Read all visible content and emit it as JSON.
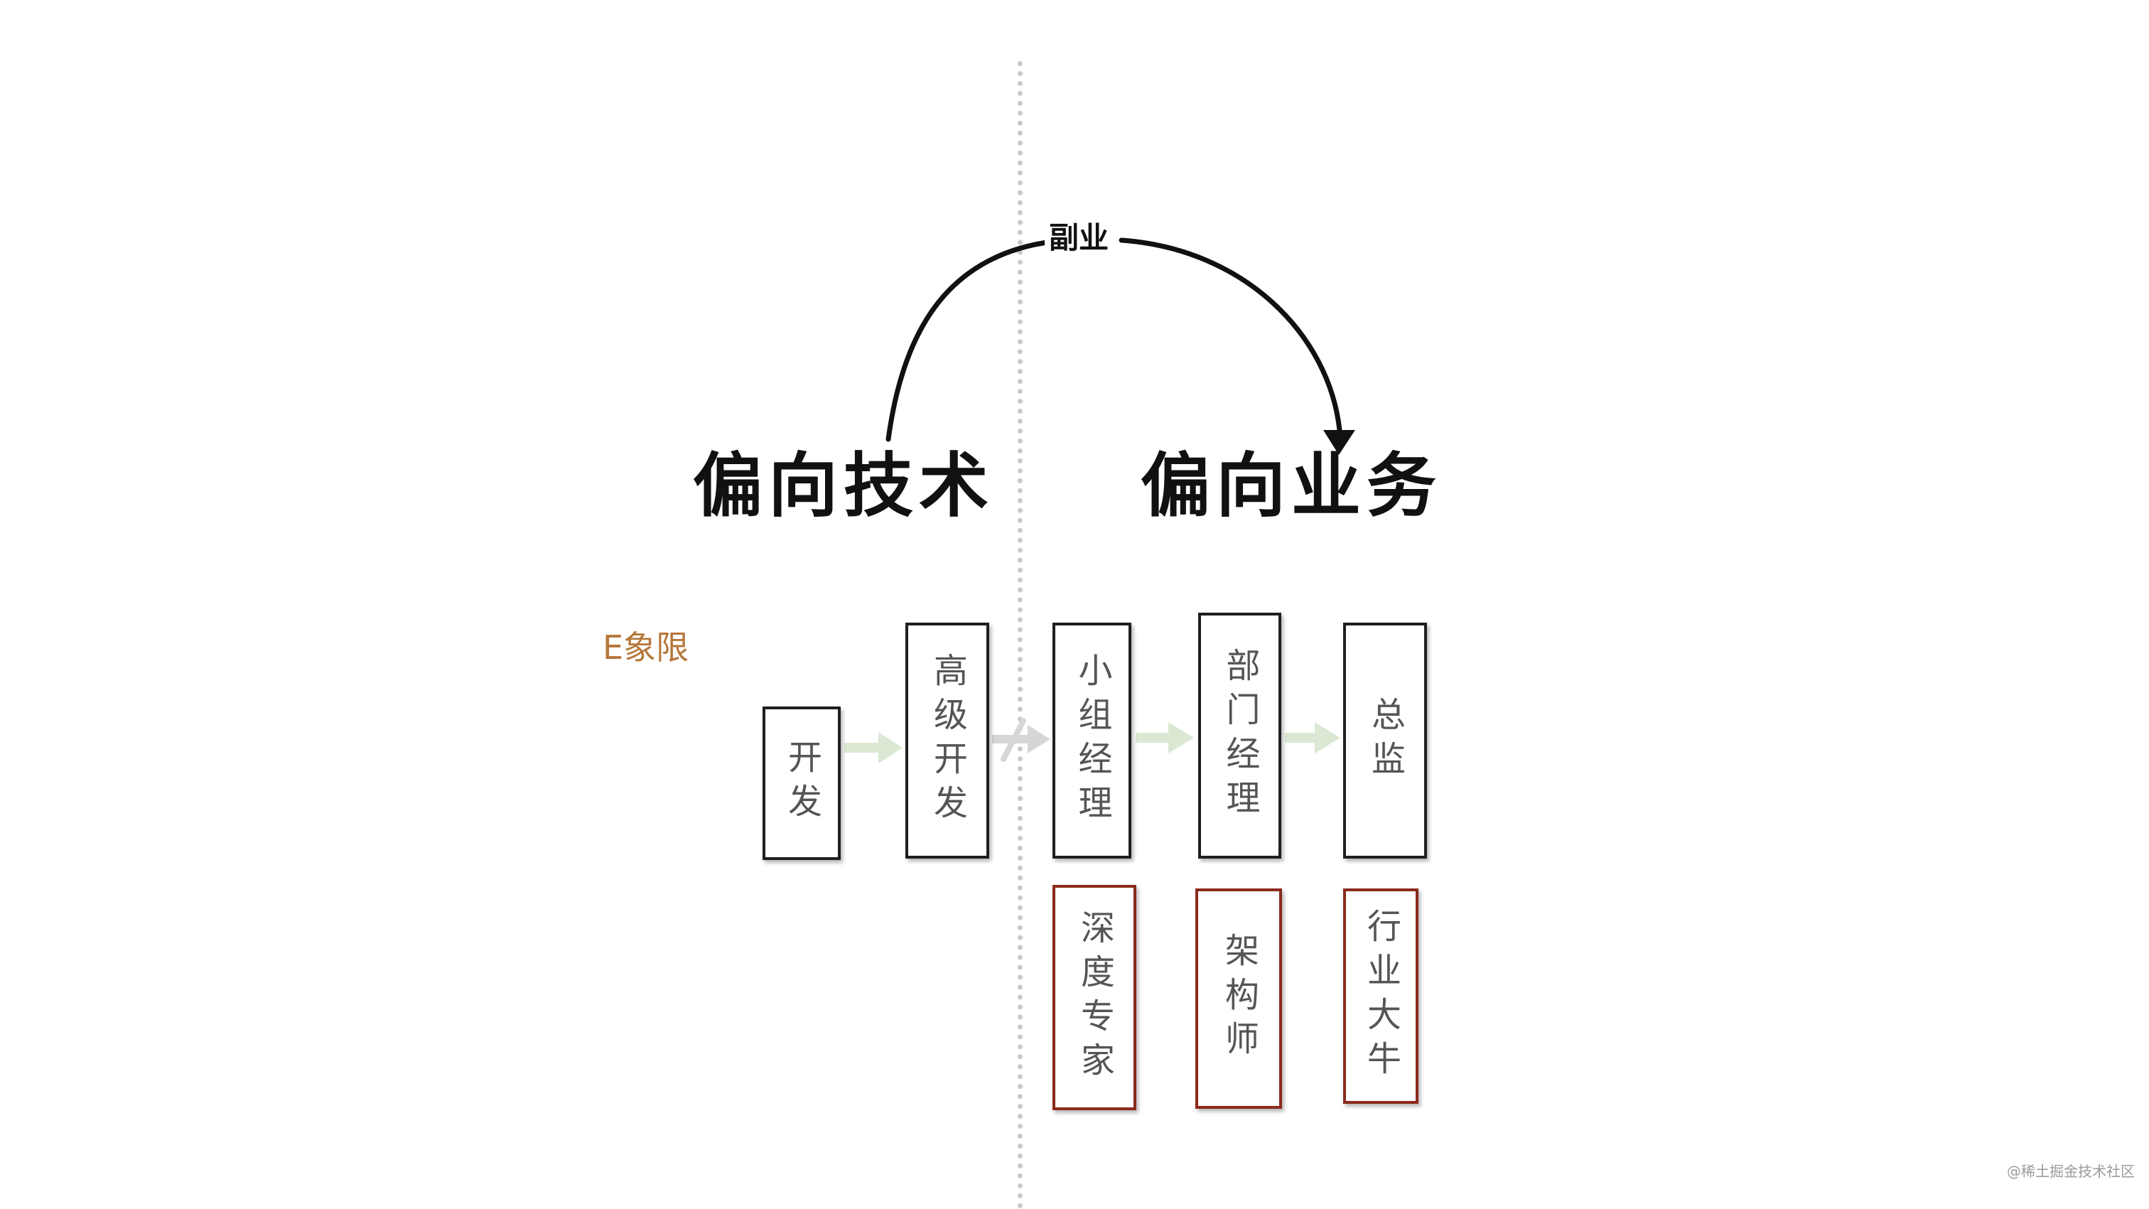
{
  "diagram": {
    "arc_label": "副业",
    "headings": {
      "tech": "偏向技术",
      "business": "偏向业务"
    },
    "quadrant_label": "E象限",
    "boxes": {
      "dev": "开发",
      "senior_dev": "高级开发",
      "team_manager": "小组经理",
      "dept_manager": "部门经理",
      "director": "总监",
      "expert": "深度专家",
      "architect": "架构师",
      "industry_leader": "行业大牛"
    },
    "colors": {
      "quadrant_label": "#b5763a",
      "expert_border": "#8a2a1c",
      "arrow_green": "#dbe8d3",
      "arrow_gray": "#d6d6d6",
      "divider": "#c9c9c9"
    },
    "icons": [
      "curved-arrow-icon",
      "right-arrow-icon",
      "blocked-arrow-icon"
    ]
  },
  "watermark": "@稀土掘金技术社区"
}
